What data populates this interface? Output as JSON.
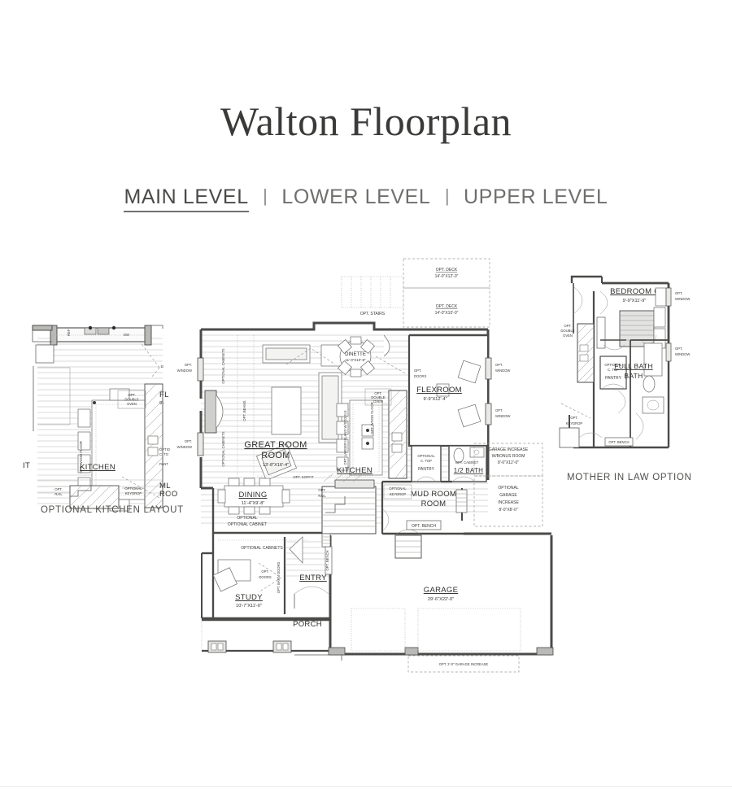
{
  "page": {
    "title": "Walton Floorplan",
    "background_color": "#ffffff",
    "text_color": "#3a3a38"
  },
  "level_nav": {
    "separator": "|",
    "items": [
      {
        "label": "MAIN LEVEL",
        "active": true
      },
      {
        "label": "LOWER LEVEL",
        "active": false
      },
      {
        "label": "UPPER LEVEL",
        "active": false
      }
    ]
  },
  "captions": {
    "optional_kitchen": "OPTIONAL KITCHEN LAYOUT",
    "mother_in_law": "MOTHER IN LAW OPTION"
  },
  "optional_kitchen_layout": {
    "rooms": [
      {
        "name": "KITCHEN",
        "dim": ""
      }
    ],
    "annotations": [
      "OPT. DOUBLE OVEN",
      "OPT. WOOD FLOOR",
      "OPT. RAIL",
      "OPTIONAL KEYDROP",
      "DW",
      "REF"
    ]
  },
  "main_level": {
    "rooms": [
      {
        "name": "GREAT ROOM",
        "dim": "13'-8\"X16'-4\""
      },
      {
        "name": "DINETTE",
        "dim": "11'-0\"X10'-8\""
      },
      {
        "name": "FLEXROOM",
        "dim": "9'-9\"X12'-4\""
      },
      {
        "name": "KITCHEN",
        "dim": ""
      },
      {
        "name": "DINING",
        "dim": "11'-4\"X9'-8\""
      },
      {
        "name": "STUDY",
        "dim": "10'-7\"X11'-0\""
      },
      {
        "name": "ENTRY",
        "dim": ""
      },
      {
        "name": "PORCH",
        "dim": ""
      },
      {
        "name": "MUD ROOM",
        "dim": ""
      },
      {
        "name": "1/2 BATH",
        "dim": ""
      },
      {
        "name": "PANTRY",
        "dim": ""
      },
      {
        "name": "GARAGE",
        "dim": "29'-6\"X22'-0\""
      }
    ],
    "options": {
      "deck_upper": {
        "label": "OPT. DECK",
        "dim": "14'-0\"X12'-0\""
      },
      "deck_lower": {
        "label": "OPT. DECK",
        "dim": "14'-0\"X10'-0\""
      },
      "stairs": "OPT. STAIRS",
      "garage_bonus": {
        "label": "GARAGE INCREASE W/BONUS ROOM",
        "line1": "GARAGE INCREASE",
        "line2": "W/BONUS ROOM",
        "dim": "8'-0\"X12'-0\""
      },
      "garage_increase": {
        "line1": "OPTIONAL",
        "line2": "GARAGE",
        "line3": "INCREASE",
        "dim": "8'-0\"X8'-0\""
      },
      "garage_depth": "OPT. 2'-0\" GARAGE INCREASE"
    },
    "annotations": [
      "OPT. WINDOW",
      "OPTIONAL CABINETS",
      "OPT. BEAMS",
      "OPT. SOFFIT",
      "OPT. WOOD FLOOR",
      "OPT. LARGER ISLAND W/STOOLS",
      "OPT. DOUBLE OVEN",
      "OPT. DOORS",
      "OPTIONAL C. TOP",
      "OPT. CABINET",
      "OPTIONAL CABINET",
      "OPT. BARN DOORS",
      "OPT. BENCH",
      "OPT. RAIL",
      "OPTIONAL KEYDROP"
    ]
  },
  "mother_in_law_option": {
    "rooms": [
      {
        "name": "BEDROOM 6",
        "dim": "9'-9\"X11'-9\""
      },
      {
        "name": "FULL BATH",
        "dim": ""
      },
      {
        "name": "PANTRY",
        "dim": ""
      }
    ],
    "annotations": [
      "OPT. WINDOW",
      "OPT. DOUBLE OVEN",
      "OPTIONAL C. TOP",
      "OPT. KEYDROP",
      "OPT. BENCH"
    ]
  }
}
